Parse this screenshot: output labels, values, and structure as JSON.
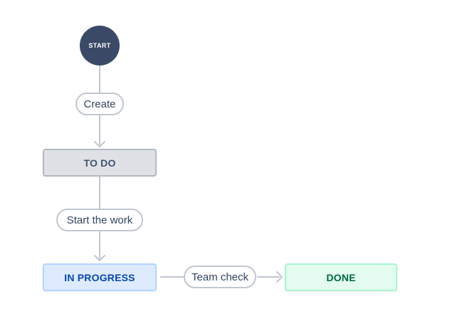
{
  "diagram": {
    "kind": "issue-workflow",
    "start": {
      "label": "START"
    },
    "statuses": [
      {
        "id": "todo",
        "label": "TO DO",
        "category": "todo"
      },
      {
        "id": "inprogress",
        "label": "IN PROGRESS",
        "category": "inprogress"
      },
      {
        "id": "done",
        "label": "DONE",
        "category": "done"
      }
    ],
    "transitions": [
      {
        "label": "Create",
        "from": "start",
        "to": "todo"
      },
      {
        "label": "Start the work",
        "from": "todo",
        "to": "inprogress"
      },
      {
        "label": "Team check",
        "from": "inprogress",
        "to": "done"
      }
    ]
  },
  "theme": {
    "canvas_bg": "#ffffff",
    "start_bg": "#3a4a66",
    "line_gray": "#c1c7d0",
    "pill_border": "#c1c7d0",
    "pill_text": "#344563",
    "todo_bg": "#dfe1e6",
    "todo_border": "#b3bac5",
    "todo_text": "#42526e",
    "inprogress_bg": "#deebff",
    "inprogress_border": "#b3d4ff",
    "inprogress_text": "#0747a6",
    "done_bg": "#e3fcef",
    "done_border": "#abf5d1",
    "done_text": "#006644"
  }
}
